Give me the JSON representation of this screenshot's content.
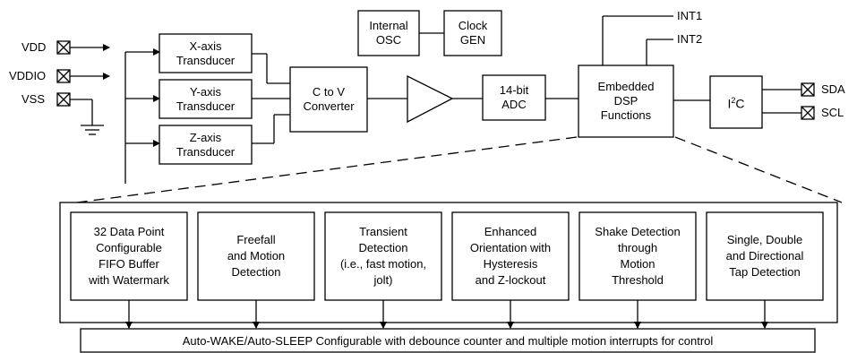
{
  "pins_left": [
    "VDD",
    "VDDIO",
    "VSS"
  ],
  "pins_right": [
    "SDA",
    "SCL"
  ],
  "blocks": {
    "internal_osc": [
      "Internal",
      "OSC"
    ],
    "clock_gen": [
      "Clock",
      "GEN"
    ],
    "x_transducer": [
      "X-axis",
      "Transducer"
    ],
    "y_transducer": [
      "Y-axis",
      "Transducer"
    ],
    "z_transducer": [
      "Z-axis",
      "Transducer"
    ],
    "c_to_v": [
      "C to V",
      "Converter"
    ],
    "adc": [
      "14-bit",
      "ADC"
    ],
    "dsp": [
      "Embedded",
      "DSP",
      "Functions"
    ],
    "i2c_base": "I",
    "i2c_sup": "2",
    "i2c_tail": "C"
  },
  "interrupts": [
    "INT1",
    "INT2"
  ],
  "functions": [
    "32 Data Point\nConfigurable\nFIFO Buffer\nwith Watermark",
    "Freefall\nand Motion\nDetection",
    "Transient\nDetection\n(i.e., fast motion,\njolt)",
    "Enhanced\nOrientation with\nHysteresis\nand Z-lockout",
    "Shake Detection\nthrough\nMotion\nThreshold",
    "Single, Double\nand Directional\nTap Detection"
  ],
  "footer": "Auto-WAKE/Auto-SLEEP Configurable with debounce counter and multiple motion interrupts for control"
}
